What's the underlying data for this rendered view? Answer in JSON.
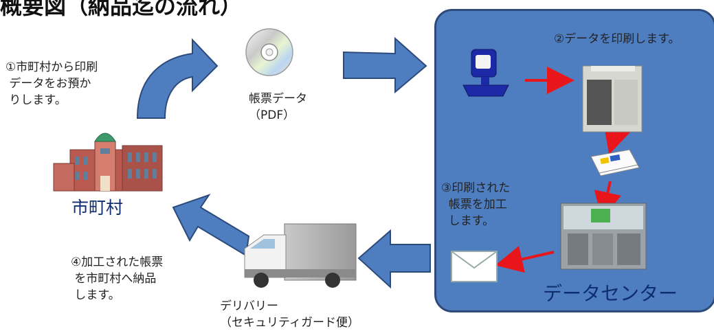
{
  "title": "概要図（納品迄の流れ）",
  "steps": {
    "step1": "①市町村から印刷\n データをお預か\n りします。",
    "step2": "②データを印刷します。",
    "step3": "③印刷された\n  帳票を加工\n  します。",
    "step4": "④加工された帳票\n を市町村へ納品\n します。"
  },
  "labels": {
    "pdf": "帳票データ\n（PDF）",
    "city": "市町村",
    "datacenter": "データセンター",
    "delivery": "デリバリー\n（セキュリティガード便）"
  },
  "icons": [
    "city-hall-icon",
    "cd-disc-icon",
    "computer-icon",
    "printer-icon",
    "paper-stack-icon",
    "processing-machine-icon",
    "envelope-icon",
    "delivery-truck-icon"
  ],
  "colors": {
    "flow_arrow": "#4f7ec0",
    "red_arrow": "#e8151b",
    "panel": "#4f7ec0",
    "label_text": "#0f2e6e"
  }
}
